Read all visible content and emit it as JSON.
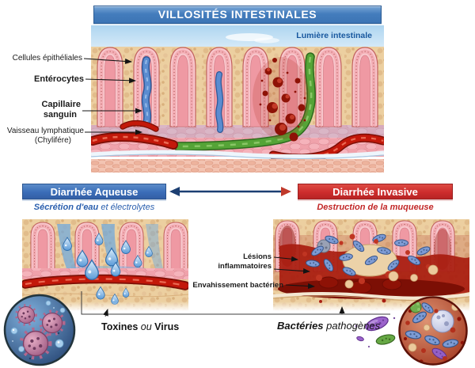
{
  "title_banner": {
    "label": "VILLOSITÉS INTESTINALES"
  },
  "villi_panel": {
    "lumen_label": "Lumière intestinale",
    "labels": {
      "epithelial": "Cellules épithéliales",
      "enterocytes": "Entérocytes",
      "capillary_1": "Capillaire",
      "capillary_2": "sanguin",
      "lymphatic_1": "Vaisseau lymphatique",
      "lymphatic_2": "(Chylifére)"
    }
  },
  "aqueous_panel": {
    "banner_label": "Diarrhée Aqueuse",
    "caption_emphasis": "Sécrétion d'eau",
    "caption_rest": " et électrolytes",
    "cause_emphasis_1": "Toxines",
    "cause_connector": " ou ",
    "cause_emphasis_2": "Virus"
  },
  "invasive_panel": {
    "banner_label": "Diarrhée Invasive",
    "caption": "Destruction de la muqueuse",
    "label_lesions_1": "Lésions",
    "label_lesions_2": "inflammatoires",
    "label_invasion": "Envahissement bactérien",
    "cause_emphasis": "Bactéries",
    "cause_rest": " pathogènes"
  },
  "colors": {
    "title_banner_blue": "#4179ba",
    "aqueous_blue": "#3a6db8",
    "invasive_red": "#cd2d2d",
    "caption_blue": "#2a5fae",
    "caption_red": "#c22727",
    "lumen_text_blue": "#17579e",
    "arrow_navy": "#1c3f72",
    "arrow_red": "#c0392b"
  }
}
